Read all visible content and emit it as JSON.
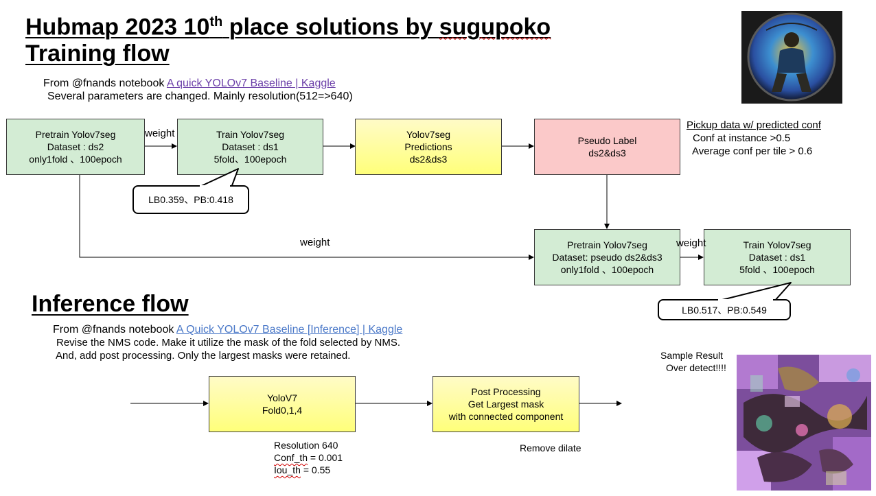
{
  "titles": {
    "main_prefix": "Hubmap 2023  10",
    "main_sup": "th",
    "main_mid": " place solutions  by ",
    "main_author": "sugupoko",
    "training": "Training flow",
    "inference": "Inference flow"
  },
  "training_notes": {
    "from_prefix": "From @fnands notebook ",
    "from_link": "A quick YOLOv7 Baseline | Kaggle",
    "params": "Several parameters are changed. Mainly resolution(512=>640)"
  },
  "training_boxes": {
    "pretrain1": [
      "Pretrain Yolov7seg",
      "Dataset : ds2",
      "only1fold 、100epoch"
    ],
    "train1": [
      "Train Yolov7seg",
      "Dataset : ds1",
      "5fold、100epoch"
    ],
    "predictions": [
      "Yolov7seg",
      "Predictions",
      "ds2&ds3"
    ],
    "pseudo": [
      "Pseudo Label",
      "ds2&ds3"
    ],
    "pretrain2": [
      "Pretrain Yolov7seg",
      "Dataset: pseudo ds2&ds3",
      "only1fold 、100epoch"
    ],
    "train2": [
      "Train Yolov7seg",
      "Dataset : ds1",
      "5fold 、100epoch"
    ]
  },
  "training_labels": {
    "weight1": "weight",
    "weight_long": "weight",
    "weight2": "weight",
    "callout1": "LB0.359、PB:0.418",
    "callout2": "LB0.517、PB:0.549"
  },
  "pickup": {
    "title": "Pickup data w/ predicted conf",
    "line1": "Conf at instance >0.5",
    "line2": "Average conf per tile > 0.6"
  },
  "inference_notes": {
    "from_prefix": "From @fnands notebook ",
    "from_link": "A Quick YOLOv7 Baseline [Inference] | Kaggle",
    "line1": "Revise the NMS code. Make it utilize the mask of the fold selected by NMS.",
    "line2": "And, add post processing. Only the largest masks were retained."
  },
  "inference_boxes": {
    "yolo": [
      "YoloV7",
      "Fold0,1,4"
    ],
    "post": [
      "Post Processing",
      "Get Largest mask",
      "with connected component"
    ]
  },
  "inference_labels": {
    "resolution": "Resolution 640",
    "conf_prefix": "Conf_th",
    "conf_suffix": " = 0.001",
    "iou_prefix": "Iou_th",
    "iou_suffix": " = 0.55",
    "remove_dilate": "Remove dilate",
    "sample1": "Sample Result",
    "sample2": "Over detect!!!!"
  },
  "colors": {
    "green_box": "#d3ecd4",
    "yellow_box": "#ffff7a",
    "pink_box": "#fbc9c9",
    "link_purple": "#6b3fa8",
    "link_blue": "#4a78c8"
  }
}
